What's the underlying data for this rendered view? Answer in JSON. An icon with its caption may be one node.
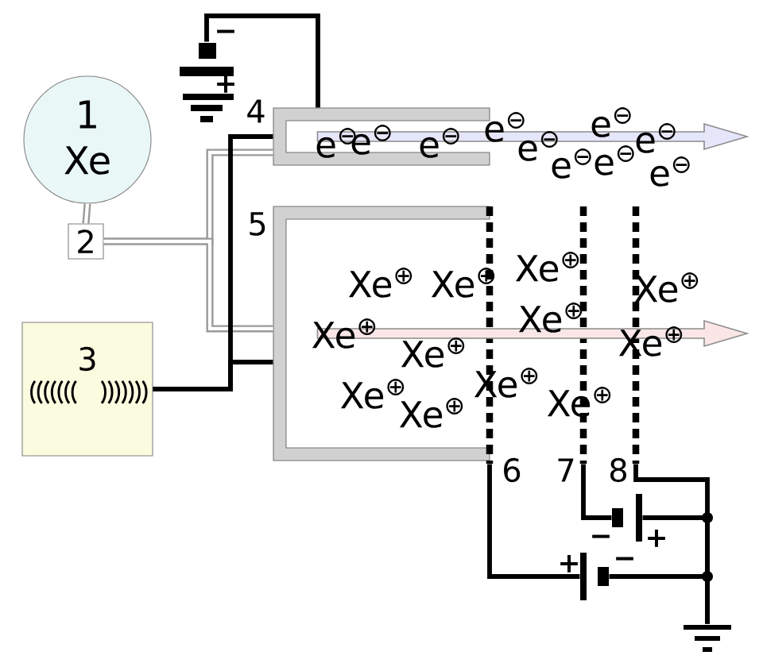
{
  "diagram": {
    "nodes": [
      {
        "text": [
          "1",
          "Xe"
        ]
      },
      {
        "text": [
          "2"
        ]
      },
      {
        "text": [
          "3"
        ]
      },
      {
        "text": [],
        "shape": "battery",
        "beside": [
          "−",
          "+"
        ]
      },
      {
        "text": [
          "4"
        ]
      },
      {
        "text": [
          "5"
        ]
      },
      {
        "text": [
          "6"
        ]
      },
      {
        "text": [
          "7"
        ]
      },
      {
        "text": [
          "8"
        ]
      },
      {
        "text": [],
        "shape": "battery",
        "beside": [
          "−",
          "+"
        ]
      },
      {
        "text": [],
        "shape": "battery",
        "beside": [
          "+",
          "−"
        ]
      },
      {
        "text": [],
        "shape": "ground"
      }
    ],
    "edges": [
      {
        "from": 0,
        "to": 1,
        "arrow": "none",
        "color": "#999999"
      },
      {
        "from": 1,
        "to": 4,
        "arrow": "none",
        "color": "#999999"
      },
      {
        "from": 1,
        "to": 5,
        "arrow": "none",
        "color": "#999999"
      },
      {
        "from": 2,
        "to": 4,
        "arrow": "none"
      },
      {
        "from": 2,
        "to": 5,
        "arrow": "none"
      },
      {
        "from": 3,
        "to": 4,
        "arrow": "none"
      },
      {
        "from": 4,
        "to": null,
        "arrow": "to",
        "color": "#e6e6fa"
      },
      {
        "from": 5,
        "to": null,
        "arrow": "to",
        "color": "#fae6e6"
      },
      {
        "from": 6,
        "to": 10,
        "arrow": "none"
      },
      {
        "from": 7,
        "to": 9,
        "arrow": "none"
      },
      {
        "from": 8,
        "to": 11,
        "arrow": "none"
      },
      {
        "from": 9,
        "to": 11,
        "arrow": "none"
      },
      {
        "from": 10,
        "to": 11,
        "arrow": "none"
      }
    ],
    "labels": [
      "e$^{⊖}$",
      "e$^{⊖}$",
      "e$^{⊖}$",
      "e$^{⊖}$",
      "e$^{⊖}$",
      "e$^{⊖}$",
      "e$^{⊖}$",
      "e$^{⊖}$",
      "e$^{⊖}$",
      "e$^{⊖}$",
      "Xe$^{⊕}$",
      "Xe$^{⊕}$",
      "Xe$^{⊕}$",
      "Xe$^{⊕}$",
      "Xe$^{⊕}$",
      "Xe$^{⊕}$",
      "Xe$^{⊕}$",
      "Xe$^{⊕}$",
      "Xe$^{⊕}$",
      "Xe$^{⊕}$",
      "Xe$^{⊕}$",
      "Xe$^{⊕}$"
    ]
  }
}
